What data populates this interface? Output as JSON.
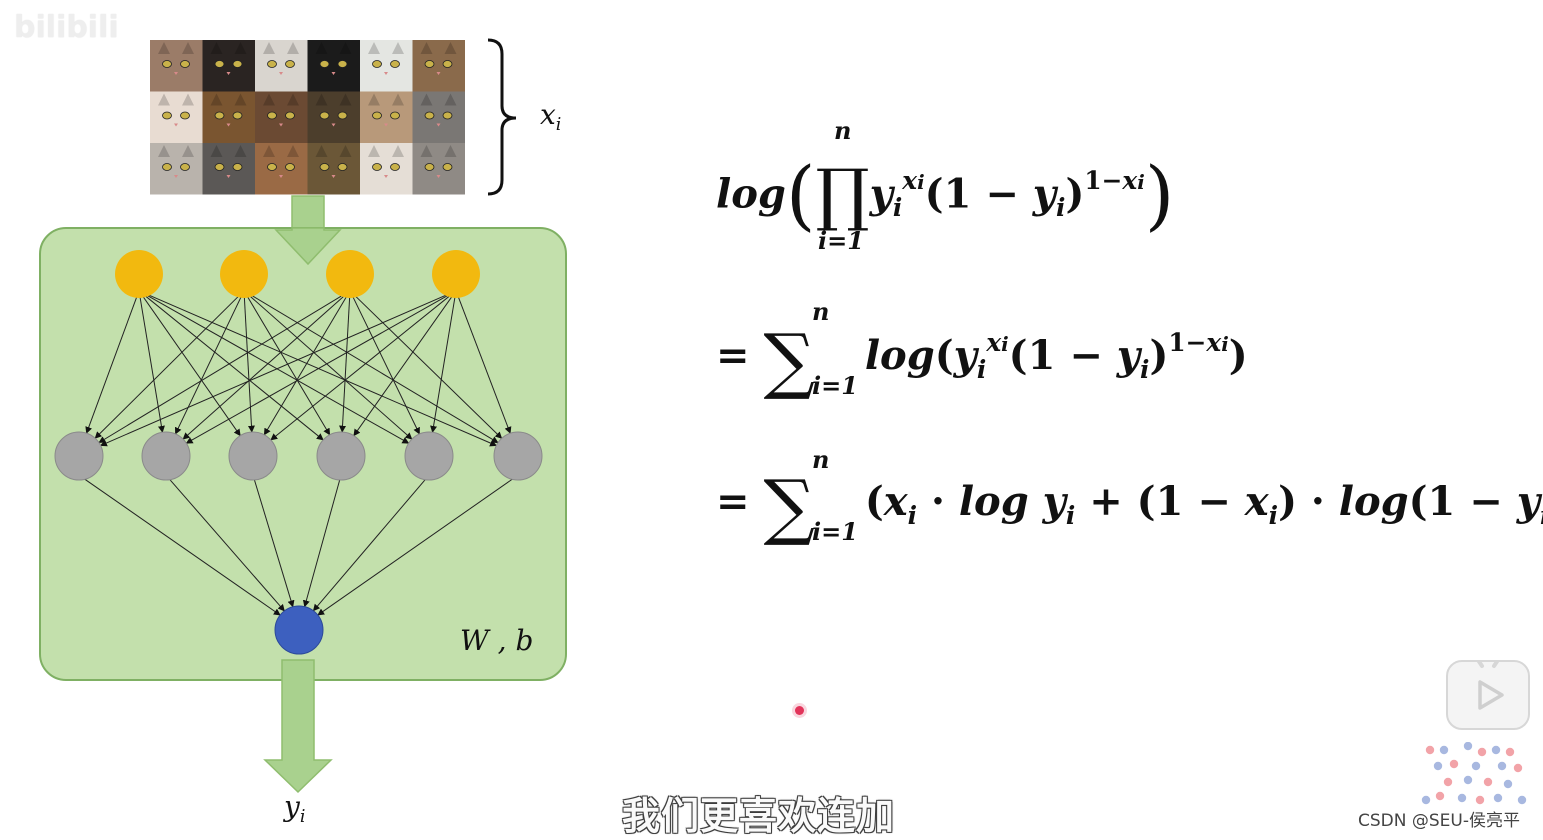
{
  "diagram": {
    "input_label": "x",
    "input_label_sub": "i",
    "output_label": "y",
    "output_label_sub": "i",
    "params_label": "W , b",
    "input_nodes": 4,
    "hidden_nodes": 6,
    "output_nodes": 1,
    "colors": {
      "panel": "#c3e0ac",
      "panel_border": "#7fb063",
      "input_node": "#f2b90f",
      "hidden_node": "#a6a6a6",
      "output_node": "#3d60bf",
      "arrow": "#a9d18e"
    }
  },
  "equations": {
    "line1_log": "log",
    "line1_prod_top": "n",
    "line1_prod_bottom": "i=1",
    "line1_body": "y",
    "line2_eq": "=",
    "line2_sum_top": "n",
    "line2_sum_bottom": "i=1",
    "line3_eq": "=",
    "line3_sum_top": "n",
    "line3_sum_bottom": "i=1"
  },
  "overlay": {
    "subtitle": "我们更喜欢连加",
    "watermark": "CSDN @SEU-侯亮平",
    "top_logo": "bilibili"
  },
  "icons": [
    "play-icon",
    "cat-face-grid-image",
    "decorative-dots-logo"
  ]
}
